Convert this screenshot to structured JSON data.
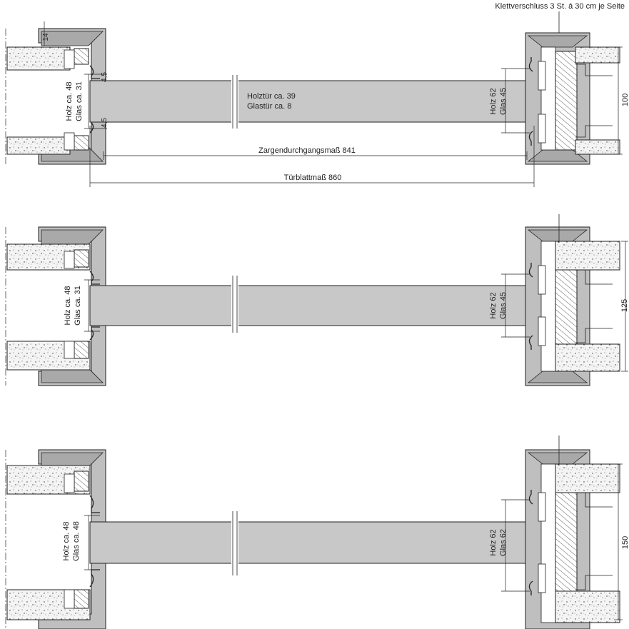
{
  "top_note": "Klettverschluss 3 St. á 30 cm je Seite",
  "rows": [
    {
      "left_h1": "Holz ca. 48",
      "left_h2": "Glas ca. 31",
      "right_h1": "Holz 62",
      "right_h2": "Glas 45",
      "wall": "100",
      "small_top": "14",
      "gap_top": "4,5",
      "gap_bot": "4,5",
      "center1": "Holztür ca. 39",
      "center2": "Glastür ca. 8",
      "dim1": "Zargendurchgangsmaß 841",
      "dim2": "Türblattmaß  860"
    },
    {
      "left_h1": "Holz ca. 48",
      "left_h2": "Glas ca. 31",
      "right_h1": "Holz 62",
      "right_h2": "Glas 45",
      "wall": "125"
    },
    {
      "left_h1": "Holz ca. 48",
      "left_h2": "Glas ca. 48",
      "right_h1": "Holz 62",
      "right_h2": "Glas 62",
      "wall": "150"
    }
  ]
}
